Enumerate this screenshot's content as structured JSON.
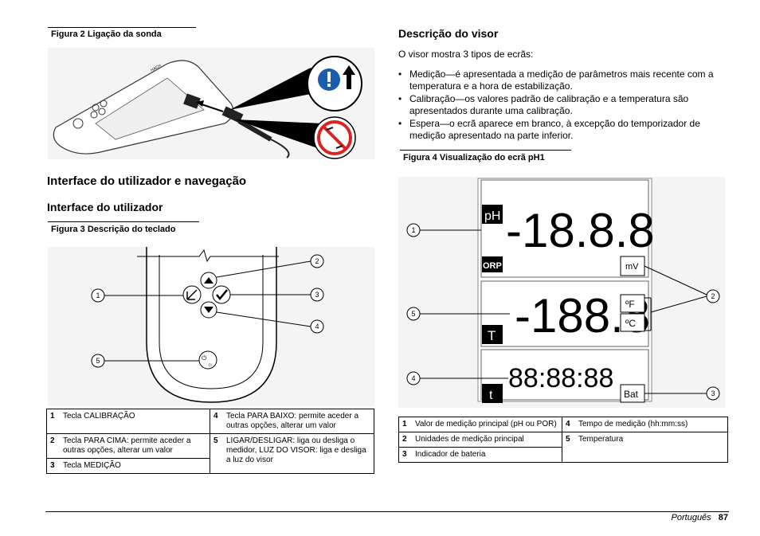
{
  "left": {
    "fig2": {
      "caption": "Figura 2  Ligação da sonda",
      "device_brand": "HACH"
    },
    "section_title": "Interface do utilizador e navegação",
    "subsection_title": "Interface do utilizador",
    "fig3": {
      "caption": "Figura 3  Descrição do teclado",
      "callouts": [
        "1",
        "2",
        "3",
        "4",
        "5"
      ],
      "legend": [
        {
          "n": "1",
          "text": "Tecla CALIBRAÇÃO"
        },
        {
          "n": "4",
          "text": "Tecla PARA BAIXO: permite aceder a outras opções, alterar um valor"
        },
        {
          "n": "2",
          "text": "Tecla PARA CIMA: permite aceder a outras opções, alterar um valor"
        },
        {
          "n": "5",
          "text": "LIGAR/DESLIGAR: liga ou desliga o medidor, LUZ DO VISOR: liga e desliga a luz do visor"
        },
        {
          "n": "3",
          "text": "Tecla MEDIÇÃO"
        }
      ]
    }
  },
  "right": {
    "heading": "Descrição do visor",
    "intro": "O visor mostra 3 tipos de ecrãs:",
    "bullets": [
      "Medição—é apresentada a medição de parâmetros mais recente com a temperatura e a hora de estabilização.",
      "Calibração—os valores padrão de calibração e a temperatura são apresentados durante uma calibração.",
      "Espera—o ecrã aparece em branco, à excepção do temporizador de medição apresentado na parte inferior."
    ],
    "fig4": {
      "caption": "Figura 4  Visualização do ecrã pH1",
      "display": {
        "ph_label": "pH",
        "main_value": "-18.8.8",
        "orp_label": "ORP",
        "mv_label": "mV",
        "temp_value": "-188.8",
        "f_label": "ºF",
        "c_label": "ºC",
        "t_label": "T",
        "time_value": "88:88:88",
        "tt_label": "t",
        "bat_label": "Bat"
      },
      "callouts": [
        "1",
        "2",
        "3",
        "4",
        "5"
      ],
      "legend": [
        {
          "n": "1",
          "text": "Valor de medição principal (pH ou POR)"
        },
        {
          "n": "4",
          "text": "Tempo de medição (hh:mm:ss)"
        },
        {
          "n": "2",
          "text": "Unidades de medição principal"
        },
        {
          "n": "5",
          "text": "Temperatura"
        },
        {
          "n": "3",
          "text": "Indicador de bateria"
        }
      ]
    }
  },
  "footer": {
    "language": "Português",
    "page": "87"
  }
}
